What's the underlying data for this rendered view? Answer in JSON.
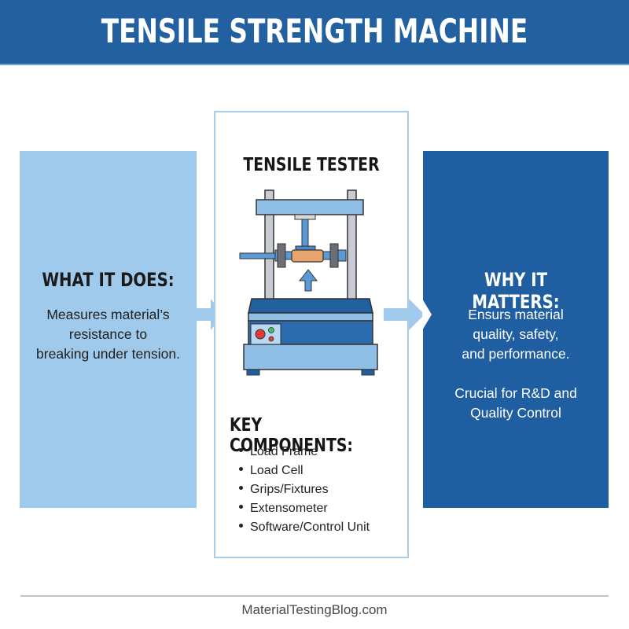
{
  "header": {
    "title": "TENSILE STRENGTH MACHINE"
  },
  "left_panel": {
    "heading": "WHAT IT DOES:",
    "text_lines": [
      "Measures material’s",
      "resistance to",
      "breaking under tension."
    ]
  },
  "center_panel": {
    "heading": "TENSILE TESTER",
    "illustration": "tensile-testing-machine",
    "components_heading": "KEY COMPONENTS:",
    "components": [
      "Load Frame",
      "Load Cell",
      "Grips/Fixtures",
      "Extensometer",
      "Software/Control Unit"
    ]
  },
  "right_panel": {
    "heading": "WHY IT MATTERS:",
    "text_lines": [
      "Ensurs material",
      "quality, safety,",
      "and performance."
    ],
    "text2_lines": [
      "Crucial for R&D and",
      "Quality Control"
    ]
  },
  "footer": {
    "text": "MaterialTestingBlog.com"
  },
  "colors": {
    "header_bg": "#22609f",
    "left_panel_bg": "#9fcaeb",
    "right_panel_bg": "#1f5ea0",
    "center_border": "#aacdec",
    "arrow": "#9fcaeb",
    "specimen": "#e8a46c"
  }
}
